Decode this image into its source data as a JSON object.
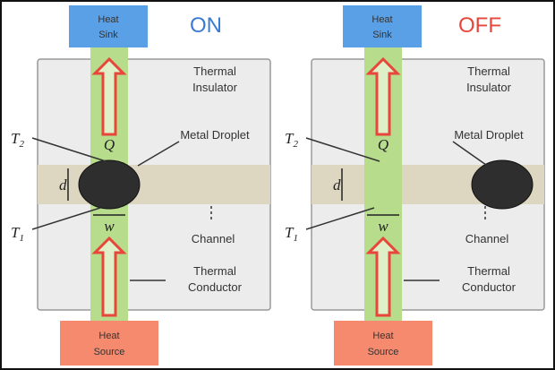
{
  "panels": [
    {
      "state": "ON",
      "state_color": "#3a7bd5",
      "droplet_position": "center",
      "heat_sink": [
        "Heat",
        "Sink"
      ],
      "heat_source": [
        "Heat",
        "Source"
      ],
      "insulator": [
        "Thermal",
        "Insulator"
      ],
      "conductor": [
        "Thermal",
        "Conductor"
      ],
      "droplet_label": "Metal Droplet",
      "channel_label": "Channel",
      "t2": "T",
      "t2_sub": "2",
      "t1": "T",
      "t1_sub": "1",
      "q": "Q",
      "d": "d",
      "w": "w"
    },
    {
      "state": "OFF",
      "state_color": "#e8463a",
      "droplet_position": "right",
      "heat_sink": [
        "Heat",
        "Sink"
      ],
      "heat_source": [
        "Heat",
        "Source"
      ],
      "insulator": [
        "Thermal",
        "Insulator"
      ],
      "conductor": [
        "Thermal",
        "Conductor"
      ],
      "droplet_label": "Metal Droplet",
      "channel_label": "Channel",
      "t2": "T",
      "t2_sub": "2",
      "t1": "T",
      "t1_sub": "1",
      "q": "Q",
      "d": "d",
      "w": "w"
    }
  ],
  "colors": {
    "sink": "#5aa0e6",
    "source": "#f58a6e",
    "conductor": "#b6dc8c",
    "insulator": "#ececec",
    "channel": "#ddd6c0",
    "arrow": "#e8463a",
    "droplet": "#2e2e2e"
  }
}
